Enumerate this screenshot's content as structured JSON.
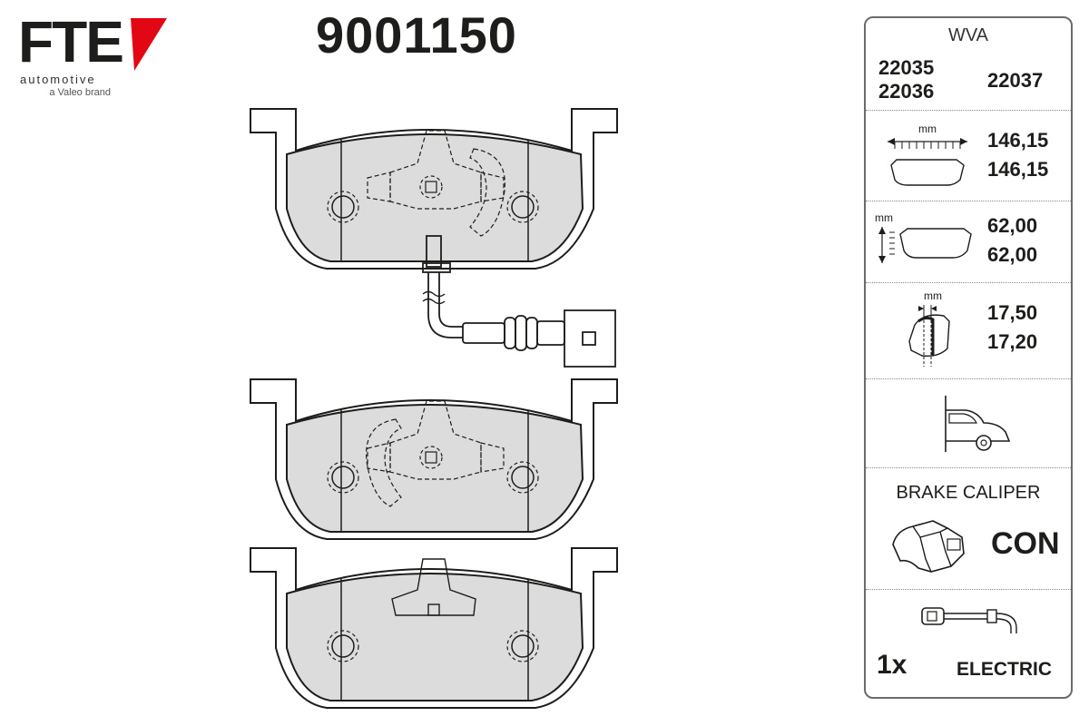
{
  "brand": {
    "name": "FTE",
    "tagline": "automotive",
    "subtitle": "a Valeo brand",
    "accent_color": "#e30613"
  },
  "part_number": "9001150",
  "specs": {
    "wva_label": "WVA",
    "wva_numbers": [
      "22035",
      "22036",
      "22037"
    ],
    "width_unit": "mm",
    "width_values": [
      "146,15",
      "146,15"
    ],
    "height_unit": "mm",
    "height_values": [
      "62,00",
      "62,00"
    ],
    "thickness_unit": "mm",
    "thickness_values": [
      "17,50",
      "17,20"
    ],
    "axle_icon": "front-axle-car-icon",
    "caliper_label": "BRAKE CALIPER",
    "caliper_code": "CON",
    "sensor_count": "1x",
    "sensor_type": "ELECTRIC"
  }
}
